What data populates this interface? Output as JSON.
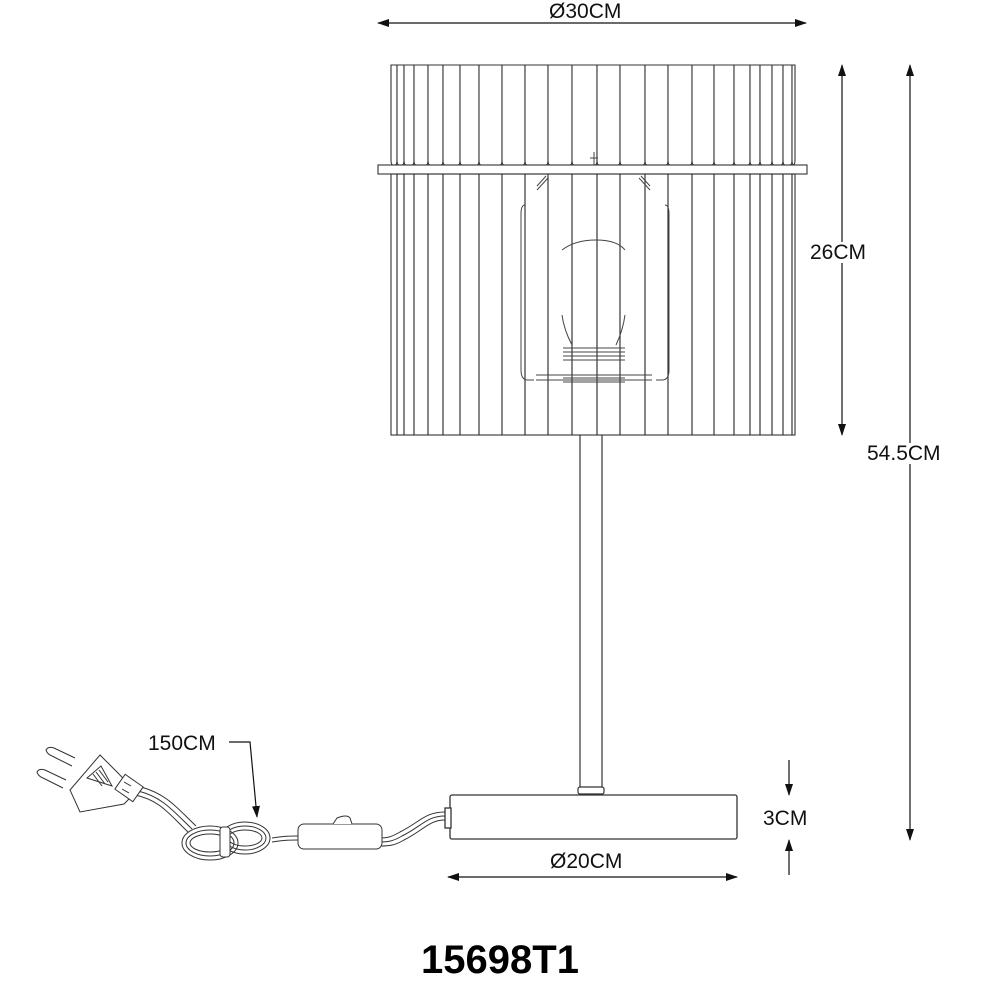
{
  "drawing": {
    "type": "technical-dimension-drawing",
    "subject": "table-lamp",
    "line_color": "#222222",
    "background": "#ffffff"
  },
  "dimensions": {
    "shade_diameter": "Ø30CM",
    "shade_height": "26CM",
    "total_height": "54.5CM",
    "base_height": "3CM",
    "base_diameter": "Ø20CM",
    "cable_length": "150CM"
  },
  "model_number": "15698T1",
  "shade": {
    "slat_edges_x": [
      391,
      397,
      404,
      414,
      428,
      443,
      460,
      479,
      502,
      525,
      548,
      572,
      597,
      620,
      645,
      668,
      692,
      714,
      734,
      750,
      760,
      772,
      783,
      792,
      795
    ]
  }
}
